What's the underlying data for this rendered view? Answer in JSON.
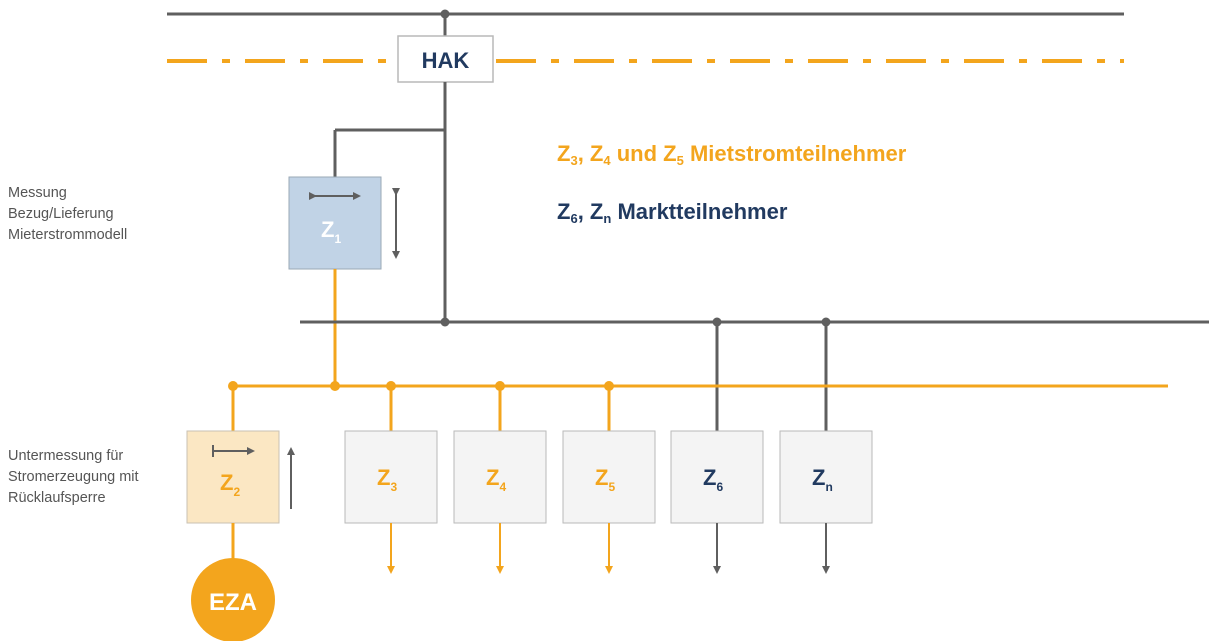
{
  "colors": {
    "grid": "#5f5f5f",
    "orange": "#f3a51d",
    "navy": "#213a60",
    "box_grey": "#f4f4f4",
    "box_blue": "#c1d3e6",
    "box_peach": "#fbe7c3"
  },
  "hak_label": "HAK",
  "eza_label": "EZA",
  "notes": {
    "z1": [
      "Messung",
      "Bezug/Lieferung",
      "Mieterstrommodell"
    ],
    "z2": [
      "Untermessung für",
      "Stromerzeugung mit",
      "Rücklaufsperre"
    ]
  },
  "legend": {
    "tenants": {
      "z3": "Z",
      "z3_sub": "3",
      "sep1": ", ",
      "z4": "Z",
      "z4_sub": "4",
      "sep2": " und ",
      "z5": "Z",
      "z5_sub": "5",
      "text": " Mietstromteilnehmer"
    },
    "market": {
      "z6": "Z",
      "z6_sub": "6",
      "sep": ", ",
      "zn": "Z",
      "zn_sub": "n",
      "text": " Marktteilnehmer"
    }
  },
  "meters": [
    {
      "id": "z1",
      "letter": "Z",
      "sub": "1"
    },
    {
      "id": "z2",
      "letter": "Z",
      "sub": "2"
    },
    {
      "id": "z3",
      "letter": "Z",
      "sub": "3"
    },
    {
      "id": "z4",
      "letter": "Z",
      "sub": "4"
    },
    {
      "id": "z5",
      "letter": "Z",
      "sub": "5"
    },
    {
      "id": "z6",
      "letter": "Z",
      "sub": "6"
    },
    {
      "id": "zn",
      "letter": "Z",
      "sub": "n"
    }
  ]
}
